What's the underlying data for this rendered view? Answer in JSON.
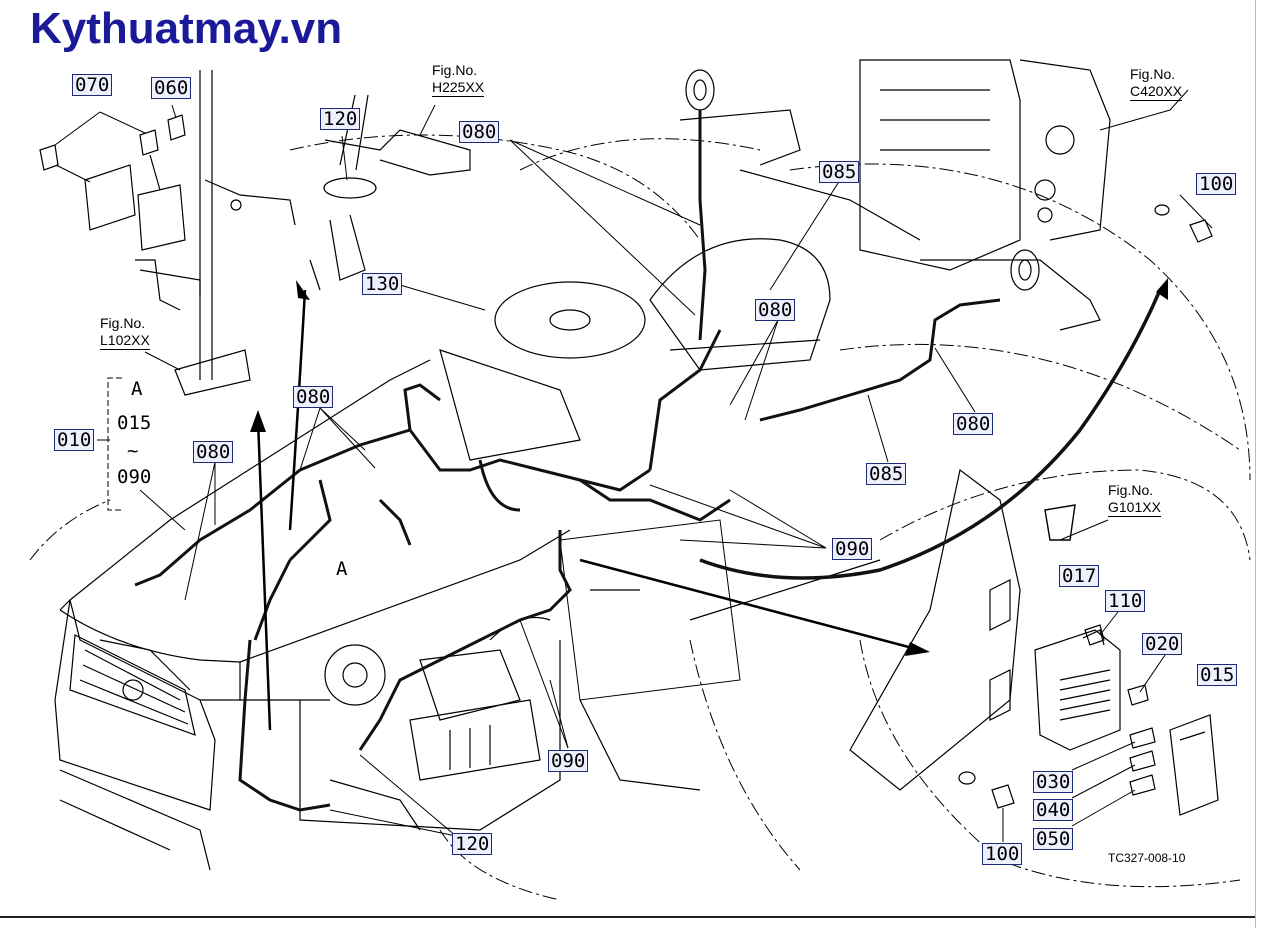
{
  "watermark": "Kythuatmay.vn",
  "drawing_code": "TC327-008-10",
  "figure_refs": [
    {
      "id": "h225",
      "line1": "Fig.No.",
      "line2": "H225XX"
    },
    {
      "id": "c420",
      "line1": "Fig.No.",
      "line2": "C420XX"
    },
    {
      "id": "l102",
      "line1": "Fig.No.",
      "line2": "L102XX"
    },
    {
      "id": "g101",
      "line1": "Fig.No.",
      "line2": "G101XX"
    }
  ],
  "variant_bracket": {
    "top": "A",
    "from": "015",
    "tilde": "~",
    "to": "090"
  },
  "point_labels": {
    "a1": "A"
  },
  "callouts": [
    {
      "id": "c070",
      "text": "070"
    },
    {
      "id": "c060",
      "text": "060"
    },
    {
      "id": "c120a",
      "text": "120"
    },
    {
      "id": "c080a",
      "text": "080"
    },
    {
      "id": "c085a",
      "text": "085"
    },
    {
      "id": "c100a",
      "text": "100"
    },
    {
      "id": "c130",
      "text": "130"
    },
    {
      "id": "c080b",
      "text": "080"
    },
    {
      "id": "c080c",
      "text": "080"
    },
    {
      "id": "c010",
      "text": "010"
    },
    {
      "id": "c080d",
      "text": "080"
    },
    {
      "id": "c080e",
      "text": "080"
    },
    {
      "id": "c085b",
      "text": "085"
    },
    {
      "id": "c090a",
      "text": "090"
    },
    {
      "id": "c017",
      "text": "017"
    },
    {
      "id": "c110",
      "text": "110"
    },
    {
      "id": "c020",
      "text": "020"
    },
    {
      "id": "c015",
      "text": "015"
    },
    {
      "id": "c090b",
      "text": "090"
    },
    {
      "id": "c030",
      "text": "030"
    },
    {
      "id": "c040",
      "text": "040"
    },
    {
      "id": "c050",
      "text": "050"
    },
    {
      "id": "c120b",
      "text": "120"
    },
    {
      "id": "c100b",
      "text": "100"
    }
  ]
}
